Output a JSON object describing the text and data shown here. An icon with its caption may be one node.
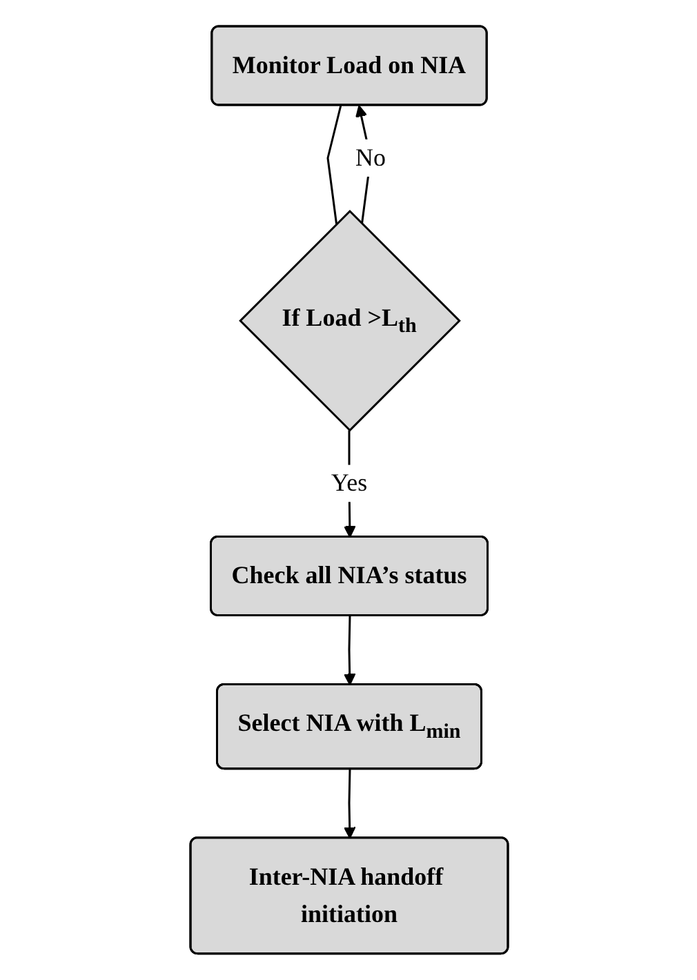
{
  "diagram": {
    "nodes": [
      {
        "text": [
          "Monitor Load on NIA"
        ]
      },
      {
        "text": [
          "If Load >L$_{th}$"
        ]
      },
      {
        "text": [
          "Check all NIA’s status"
        ]
      },
      {
        "text": [
          "Select NIA with L$_{min}$"
        ]
      },
      {
        "text": [
          "Inter-NIA handoff initiation"
        ]
      }
    ],
    "edges": [
      {
        "from": 0,
        "to": 1,
        "arrow": "none"
      },
      {
        "from": 1,
        "to": 0,
        "arrow": "to",
        "label": "No"
      },
      {
        "from": 1,
        "to": 2,
        "arrow": "to",
        "label": "Yes"
      },
      {
        "from": 2,
        "to": 3,
        "arrow": "to"
      },
      {
        "from": 3,
        "to": 4,
        "arrow": "to"
      }
    ]
  }
}
